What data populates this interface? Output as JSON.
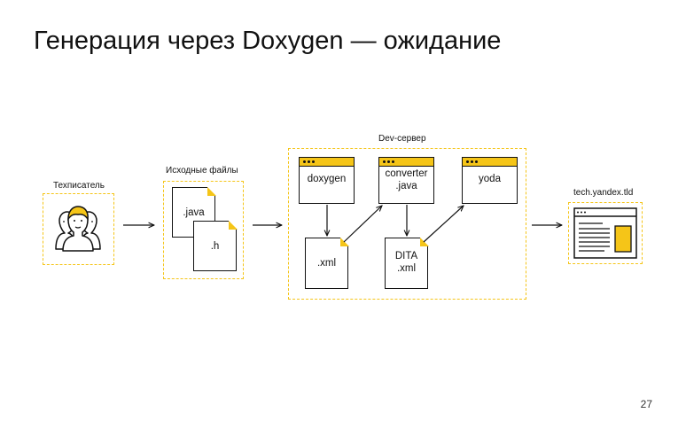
{
  "slide": {
    "title": "Генерация через Doxygen — ожидание",
    "page_number": "27"
  },
  "diagram": {
    "writer_label": "Техписатель",
    "sources_label": "Исходные файлы",
    "server_label": "Dev-сервер",
    "site_label": "tech.yandex.tld",
    "files": {
      "java": ".java",
      "h": ".h"
    },
    "tools": {
      "doxygen": "doxygen",
      "converter_1": "converter",
      "converter_2": ".java",
      "yoda": "yoda"
    },
    "outputs": {
      "xml": ".xml",
      "dita_1": "DITA",
      "dita_2": ".xml"
    }
  },
  "colors": {
    "accent": "#f5c518",
    "ink": "#111111"
  }
}
